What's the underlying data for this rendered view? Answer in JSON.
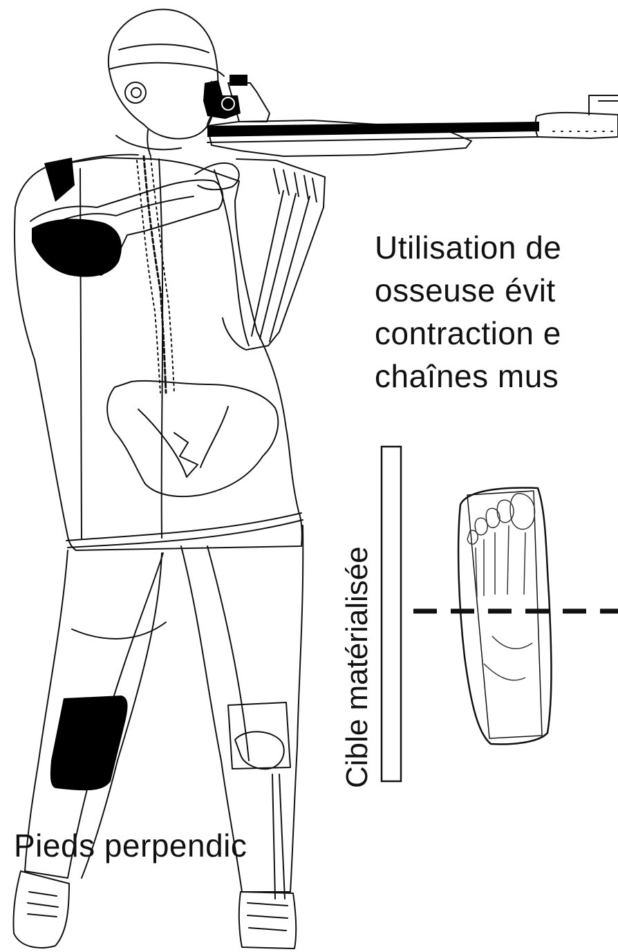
{
  "texts": {
    "posture_lines": [
      "Utilisation de",
      "osseuse évit",
      "contraction e",
      "chaînes mus"
    ],
    "target_label": "Cible matérialisée",
    "feet_caption": "Pieds perpendic"
  },
  "colors": {
    "ink": "#111111",
    "fill": "#000000",
    "background": "#ffffff"
  }
}
